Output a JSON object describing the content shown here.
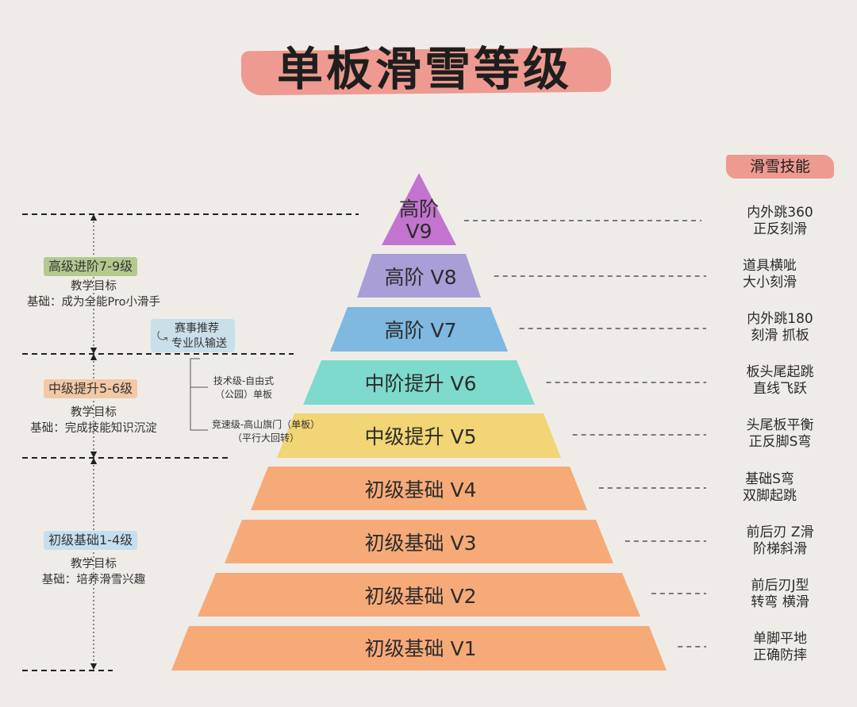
{
  "title": "单板滑雪等级",
  "skills_header": "滑雪技能",
  "levels": [
    {
      "id": "v9",
      "line1": "高阶",
      "line2": "V9",
      "color": "#c274cf",
      "skill1": "内外跳360",
      "skill2": "正反刻滑"
    },
    {
      "id": "v8",
      "label": "高阶 V8",
      "color": "#a99ed6",
      "skill1": "道具横呲",
      "skill2": "大小刻滑"
    },
    {
      "id": "v7",
      "label": "高阶 V7",
      "color": "#7fb8e0",
      "skill1": "内外跳180",
      "skill2": "刻滑 抓板"
    },
    {
      "id": "v6",
      "label": "中阶提升 V6",
      "color": "#7ddacc",
      "skill1": "板头尾起跳",
      "skill2": "直线飞跃"
    },
    {
      "id": "v5",
      "label": "中级提升 V5",
      "color": "#f2d574",
      "skill1": "头尾板平衡",
      "skill2": "正反脚S弯"
    },
    {
      "id": "v4",
      "label": "初级基础 V4",
      "color": "#f6aa78",
      "skill1": "基础S弯",
      "skill2": "双脚起跳"
    },
    {
      "id": "v3",
      "label": "初级基础 V3",
      "color": "#f6aa78",
      "skill1": "前后刃 Z滑",
      "skill2": "阶梯斜滑"
    },
    {
      "id": "v2",
      "label": "初级基础 V2",
      "color": "#f6aa78",
      "skill1": "前后刃J型",
      "skill2": "转弯 横滑"
    },
    {
      "id": "v1",
      "label": "初级基础 V1",
      "color": "#f6aa78",
      "skill1": "单脚平地",
      "skill2": "正确防摔"
    }
  ],
  "stages": [
    {
      "badge": "高级进阶7-9级",
      "badge_color": "#b4c98e",
      "goal": "教学目标",
      "desc": "基础：成为全能Pro小滑手"
    },
    {
      "badge": "中级提升5-6级",
      "badge_color": "#f3c8a6",
      "goal": "教学目标",
      "desc": "基础：完成技能知识沉淀"
    },
    {
      "badge": "初级基础1-4级",
      "badge_color": "#c6dff0",
      "goal": "教学目标",
      "desc": "基础：培养滑雪兴趣"
    }
  ],
  "competition_note": {
    "line1": "赛事推荐",
    "line2": "专业队输送",
    "curl_icon": "curl-arrow-icon"
  },
  "branches": [
    {
      "line1": "技术级-自由式",
      "line2": "（公园）单板"
    },
    {
      "line1": "竞速级-高山旗门（单板）",
      "line2": "（平行大回转）"
    }
  ]
}
